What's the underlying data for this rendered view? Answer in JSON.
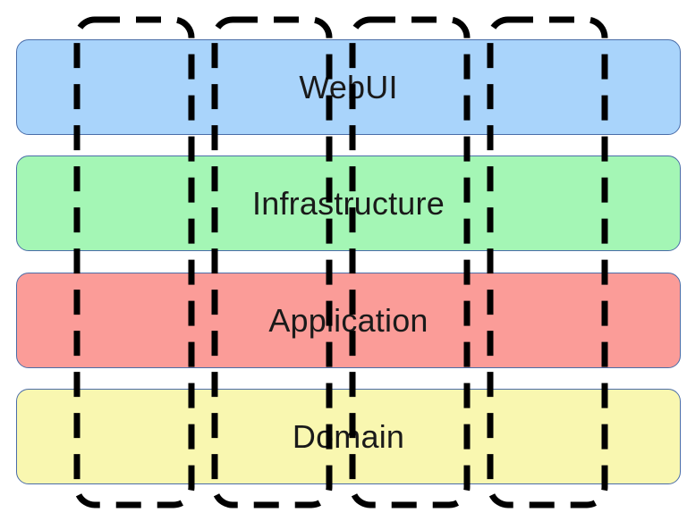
{
  "layers": [
    {
      "label": "WebUI",
      "color": "#a9d4fb"
    },
    {
      "label": "Infrastructure",
      "color": "#a4f6b5"
    },
    {
      "label": "Application",
      "color": "#fb9c98"
    },
    {
      "label": "Domain",
      "color": "#f9f7b0"
    }
  ],
  "slices": {
    "count": 4,
    "stroke_color": "#000000",
    "style": "dashed"
  }
}
